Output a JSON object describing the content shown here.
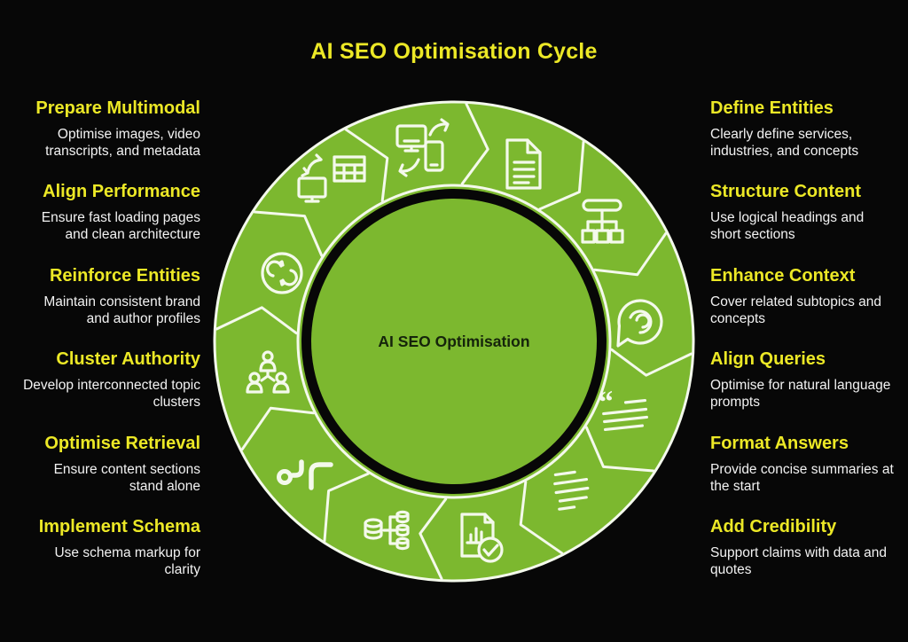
{
  "title": "AI SEO Optimisation Cycle",
  "diagram": {
    "center_label": "AI SEO Optimisation",
    "ring_icons": [
      "device-sync-icon",
      "document-icon",
      "sitemap-icon",
      "chat-swirl-icon",
      "quote-lines-icon",
      "text-lines-icon",
      "report-check-icon",
      "schema-database-icon",
      "route-icon",
      "people-network-icon",
      "sync-circle-icon",
      "monitor-table-swap-icon"
    ]
  },
  "colors": {
    "background": "#070707",
    "ring_green": "#7cb82f",
    "accent_yellow": "#ece826",
    "text_white": "#f2f2f2",
    "line_white": "#f4f9ec",
    "center_text": "#15240b"
  },
  "left_items": [
    {
      "heading": "Prepare Multimodal",
      "body": "Optimise images, video transcripts, and metadata",
      "icon": "device-sync-icon"
    },
    {
      "heading": "Align Performance",
      "body": "Ensure fast loading pages and clean architecture",
      "icon": "monitor-table-swap-icon"
    },
    {
      "heading": "Reinforce Entities",
      "body": "Maintain consistent brand and author profiles",
      "icon": "sync-circle-icon"
    },
    {
      "heading": "Cluster Authority",
      "body": "Develop interconnected topic clusters",
      "icon": "people-network-icon"
    },
    {
      "heading": "Optimise Retrieval",
      "body": "Ensure content sections stand alone",
      "icon": "route-icon"
    },
    {
      "heading": "Implement Schema",
      "body": "Use schema markup for clarity",
      "icon": "schema-database-icon"
    }
  ],
  "right_items": [
    {
      "heading": "Define Entities",
      "body": "Clearly define services, industries, and concepts",
      "icon": "document-icon"
    },
    {
      "heading": "Structure Content",
      "body": "Use logical headings and short sections",
      "icon": "sitemap-icon"
    },
    {
      "heading": "Enhance Context",
      "body": "Cover related subtopics and concepts",
      "icon": "chat-swirl-icon"
    },
    {
      "heading": "Align Queries",
      "body": "Optimise for natural language prompts",
      "icon": "quote-lines-icon"
    },
    {
      "heading": "Format Answers",
      "body": "Provide concise summaries at the start",
      "icon": "text-lines-icon"
    },
    {
      "heading": "Add Credibility",
      "body": "Support claims with data and quotes",
      "icon": "report-check-icon"
    }
  ]
}
